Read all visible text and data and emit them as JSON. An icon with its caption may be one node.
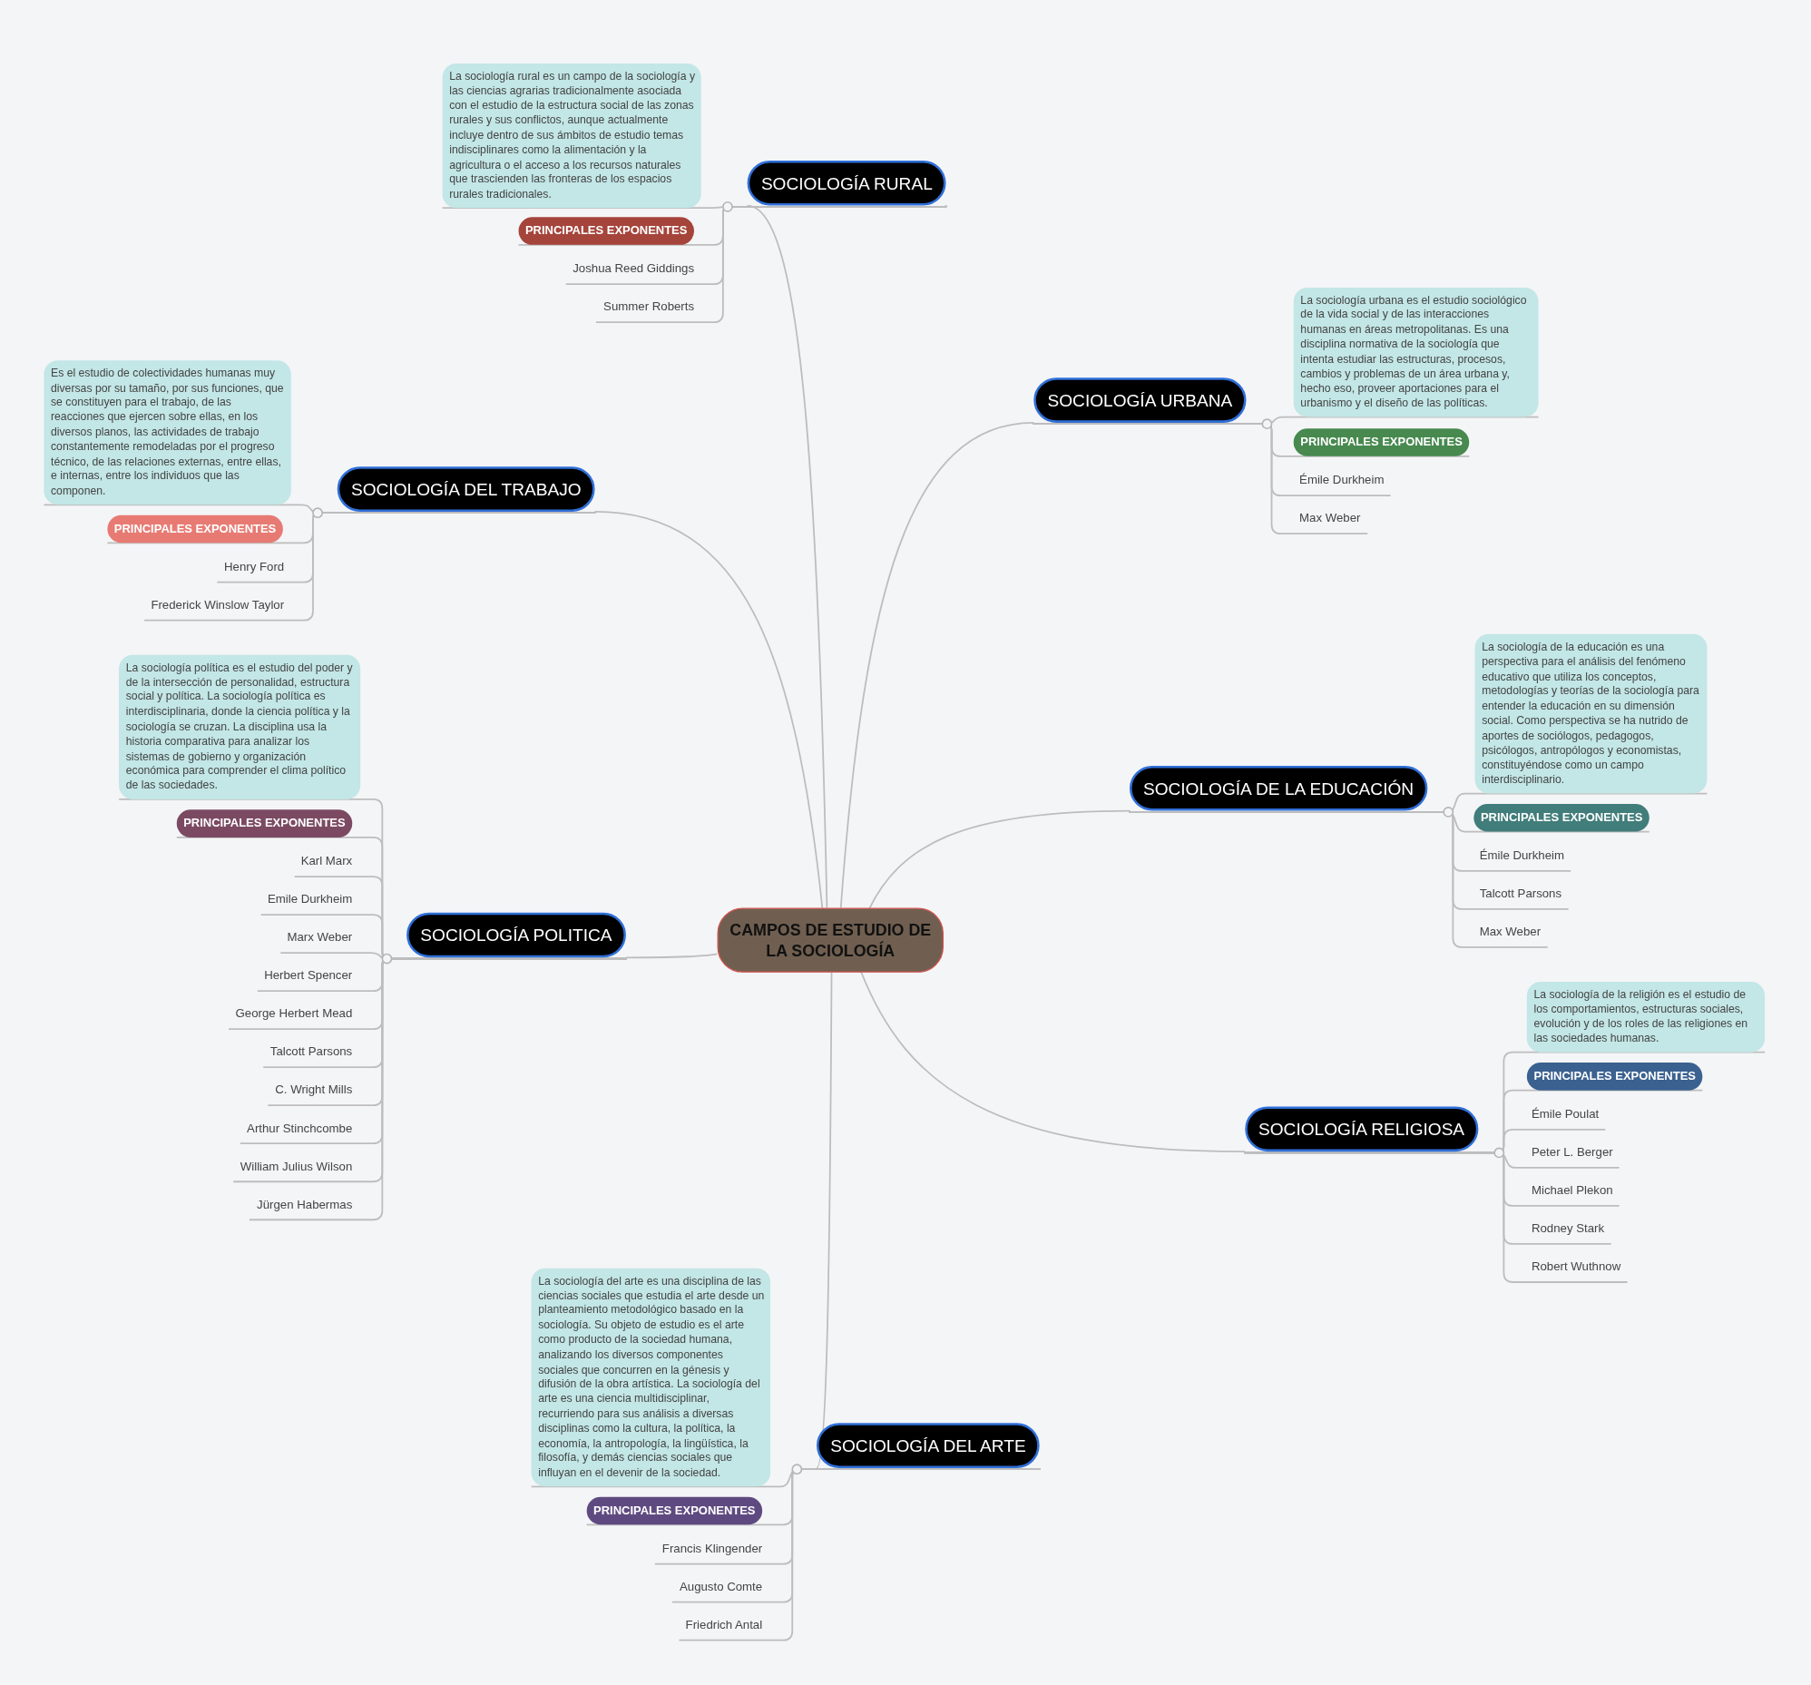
{
  "diagram": {
    "nodes": [
      {
        "text": [
          "CAMPOS DE ESTUDIO DE LA SOCIOLOGÍA"
        ]
      },
      {
        "text": [
          "SOCIOLOGÍA RURAL"
        ]
      },
      {
        "text": [
          "La sociología rural es un campo de la sociología y las ciencias agrarias tradicionalmente asociada con el estudio de la estructura social de las zonas rurales y sus conflictos, aunque actualmente incluye dentro de sus ámbitos de estudio temas indisciplinares como la alimentación y la agricultura o el acceso a los recursos naturales que trascienden las fronteras de los espacios rurales tradicionales."
        ]
      },
      {
        "text": [
          "PRINCIPALES EXPONENTES"
        ]
      },
      {
        "text": [
          "Joshua Reed Giddings"
        ]
      },
      {
        "text": [
          "Summer Roberts"
        ]
      },
      {
        "text": [
          "SOCIOLOGÍA URBANA"
        ]
      },
      {
        "text": [
          "La sociología urbana es el estudio sociológico de la vida social y de las interacciones humanas en áreas metropolitanas. Es una disciplina normativa de la sociología que intenta estudiar las estructuras, procesos, cambios y problemas de un área urbana y, hecho eso, proveer aportaciones para el urbanismo y el diseño de las políticas."
        ]
      },
      {
        "text": [
          "PRINCIPALES EXPONENTES"
        ]
      },
      {
        "text": [
          "Émile Durkheim"
        ]
      },
      {
        "text": [
          "Max Weber"
        ]
      },
      {
        "text": [
          "SOCIOLOGÍA DEL TRABAJO"
        ]
      },
      {
        "text": [
          "Es el estudio de colectividades humanas muy diversas por su tamaño, por sus funciones, que se constituyen para el trabajo, de las reacciones que ejercen sobre ellas, en los diversos planos, las actividades de trabajo constantemente remodeladas por el progreso técnico, de las relaciones externas, entre ellas, e internas, entre los individuos que las componen."
        ]
      },
      {
        "text": [
          "PRINCIPALES EXPONENTES"
        ]
      },
      {
        "text": [
          "Henry Ford"
        ]
      },
      {
        "text": [
          "Frederick Winslow Taylor"
        ]
      },
      {
        "text": [
          "SOCIOLOGÍA DE LA EDUCACIÓN"
        ]
      },
      {
        "text": [
          "La sociología de la educación es una perspectiva para el análisis del fenómeno educativo que utiliza los conceptos, metodologías y teorías de la sociología para entender la educación en su dimensión social. Como perspectiva se ha nutrido de aportes de sociólogos, pedagogos, psicólogos, antropólogos y economistas, constituyéndose como un campo interdisciplinario."
        ]
      },
      {
        "text": [
          "PRINCIPALES EXPONENTES"
        ]
      },
      {
        "text": [
          "Émile Durkheim"
        ]
      },
      {
        "text": [
          "Talcott Parsons"
        ]
      },
      {
        "text": [
          "Max Weber"
        ]
      },
      {
        "text": [
          "SOCIOLOGÍA POLITICA"
        ]
      },
      {
        "text": [
          "La sociología política es el estudio del poder y de la intersección de personalidad, estructura social y política. La sociología política es interdisciplinaria, donde la ciencia política y la sociología se cruzan. La disciplina usa la historia comparativa para analizar los sistemas de gobierno y organización económica para comprender el clima político de las sociedades."
        ]
      },
      {
        "text": [
          "PRINCIPALES EXPONENTES"
        ]
      },
      {
        "text": [
          "Karl Marx"
        ]
      },
      {
        "text": [
          "Emile Durkheim"
        ]
      },
      {
        "text": [
          "Marx Weber"
        ]
      },
      {
        "text": [
          "Herbert Spencer"
        ]
      },
      {
        "text": [
          "George Herbert Mead"
        ]
      },
      {
        "text": [
          "Talcott Parsons"
        ]
      },
      {
        "text": [
          "C. Wright Mills"
        ]
      },
      {
        "text": [
          "Arthur Stinchcombe"
        ]
      },
      {
        "text": [
          "William Julius Wilson"
        ]
      },
      {
        "text": [
          "Jürgen Habermas"
        ]
      },
      {
        "text": [
          "SOCIOLOGÍA RELIGIOSA"
        ]
      },
      {
        "text": [
          "La sociología de la religión es el estudio de los comportamientos, estructuras sociales, evolución y de los roles de las religiones en las sociedades humanas."
        ]
      },
      {
        "text": [
          "PRINCIPALES EXPONENTES"
        ]
      },
      {
        "text": [
          "Émile Poulat"
        ]
      },
      {
        "text": [
          "Peter L. Berger"
        ]
      },
      {
        "text": [
          "Michael Plekon"
        ]
      },
      {
        "text": [
          "Rodney Stark"
        ]
      },
      {
        "text": [
          "Robert Wuthnow"
        ]
      },
      {
        "text": [
          "SOCIOLOGÍA DEL ARTE"
        ]
      },
      {
        "text": [
          "La sociología del arte es una disciplina de las ciencias sociales que estudia el arte desde un planteamiento metodológico basado en la sociología. Su objeto de estudio es el arte como producto de la sociedad humana, analizando los diversos componentes sociales que concurren en la génesis y difusión de la obra artística. La sociología del arte es una ciencia multidisciplinar, recurriendo para sus análisis a diversas disciplinas como la cultura, la política, la economía, la antropología, la lingüística, la filosofía, y demás ciencias sociales que influyan en el devenir de la sociedad."
        ]
      },
      {
        "text": [
          "PRINCIPALES EXPONENTES"
        ]
      },
      {
        "text": [
          "Francis Klingender"
        ]
      },
      {
        "text": [
          "Augusto Comte"
        ]
      },
      {
        "text": [
          "Friedrich Antal"
        ]
      }
    ],
    "edges": [
      {
        "from": 0,
        "to": 1,
        "arrow": "none"
      },
      {
        "from": 0,
        "to": 6,
        "arrow": "none"
      },
      {
        "from": 0,
        "to": 11,
        "arrow": "none"
      },
      {
        "from": 0,
        "to": 16,
        "arrow": "none"
      },
      {
        "from": 0,
        "to": 22,
        "arrow": "none"
      },
      {
        "from": 0,
        "to": 35,
        "arrow": "none"
      },
      {
        "from": 0,
        "to": 43,
        "arrow": "none"
      },
      {
        "from": 1,
        "to": 2,
        "arrow": "none"
      },
      {
        "from": 1,
        "to": 3,
        "arrow": "none"
      },
      {
        "from": 1,
        "to": 4,
        "arrow": "none"
      },
      {
        "from": 1,
        "to": 5,
        "arrow": "none"
      },
      {
        "from": 6,
        "to": 7,
        "arrow": "none"
      },
      {
        "from": 6,
        "to": 8,
        "arrow": "none"
      },
      {
        "from": 6,
        "to": 9,
        "arrow": "none"
      },
      {
        "from": 6,
        "to": 10,
        "arrow": "none"
      },
      {
        "from": 11,
        "to": 12,
        "arrow": "none"
      },
      {
        "from": 11,
        "to": 13,
        "arrow": "none"
      },
      {
        "from": 11,
        "to": 14,
        "arrow": "none"
      },
      {
        "from": 11,
        "to": 15,
        "arrow": "none"
      },
      {
        "from": 16,
        "to": 17,
        "arrow": "none"
      },
      {
        "from": 16,
        "to": 18,
        "arrow": "none"
      },
      {
        "from": 16,
        "to": 19,
        "arrow": "none"
      },
      {
        "from": 16,
        "to": 20,
        "arrow": "none"
      },
      {
        "from": 16,
        "to": 21,
        "arrow": "none"
      },
      {
        "from": 22,
        "to": 23,
        "arrow": "none"
      },
      {
        "from": 22,
        "to": 24,
        "arrow": "none"
      },
      {
        "from": 22,
        "to": 25,
        "arrow": "none"
      },
      {
        "from": 22,
        "to": 26,
        "arrow": "none"
      },
      {
        "from": 22,
        "to": 27,
        "arrow": "none"
      },
      {
        "from": 22,
        "to": 28,
        "arrow": "none"
      },
      {
        "from": 22,
        "to": 29,
        "arrow": "none"
      },
      {
        "from": 22,
        "to": 30,
        "arrow": "none"
      },
      {
        "from": 22,
        "to": 31,
        "arrow": "none"
      },
      {
        "from": 22,
        "to": 32,
        "arrow": "none"
      },
      {
        "from": 22,
        "to": 33,
        "arrow": "none"
      },
      {
        "from": 22,
        "to": 34,
        "arrow": "none"
      },
      {
        "from": 35,
        "to": 36,
        "arrow": "none"
      },
      {
        "from": 35,
        "to": 37,
        "arrow": "none"
      },
      {
        "from": 35,
        "to": 38,
        "arrow": "none"
      },
      {
        "from": 35,
        "to": 39,
        "arrow": "none"
      },
      {
        "from": 35,
        "to": 40,
        "arrow": "none"
      },
      {
        "from": 35,
        "to": 41,
        "arrow": "none"
      },
      {
        "from": 35,
        "to": 42,
        "arrow": "none"
      },
      {
        "from": 43,
        "to": 44,
        "arrow": "none"
      },
      {
        "from": 43,
        "to": 45,
        "arrow": "none"
      },
      {
        "from": 43,
        "to": 46,
        "arrow": "none"
      },
      {
        "from": 43,
        "to": 47,
        "arrow": "none"
      },
      {
        "from": 43,
        "to": 48,
        "arrow": "none"
      }
    ]
  }
}
